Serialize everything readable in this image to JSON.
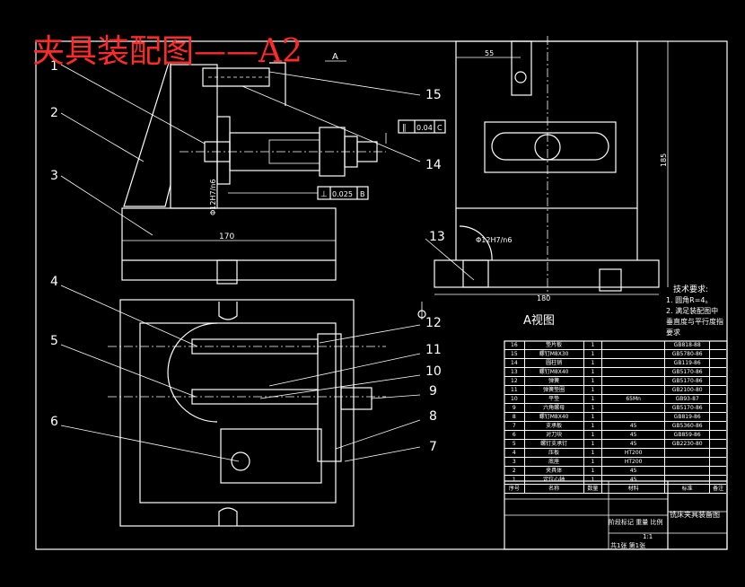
{
  "drawing_title": "夹具装配图——A2",
  "view_label": "A视图",
  "view_letter": "A",
  "part_callouts": [
    "1",
    "2",
    "3",
    "4",
    "5",
    "6",
    "7",
    "8",
    "9",
    "10",
    "11",
    "12",
    "13",
    "14",
    "15"
  ],
  "dimensions": {
    "base_width": "170",
    "right_top": "55",
    "right_height": "185",
    "right_base": "180",
    "fit_left": "Φ12H7/n6",
    "fit_right": "Φ12H7/n6",
    "tolerance_parallel": "0.04",
    "tolerance_parallel_datum": "C",
    "tolerance_perp": "0.025",
    "tolerance_perp_datum": "B"
  },
  "tech_requirements": {
    "heading": "技术要求:",
    "lines": [
      "1. 圆角R=4。",
      "2. 满足装配图中",
      "垂直度与平行度指",
      "要求"
    ]
  },
  "bom": [
    [
      "16",
      "垫片板",
      "1",
      "",
      "GB818-88",
      ""
    ],
    [
      "15",
      "螺钉M8X30",
      "1",
      "",
      "GB5780-86",
      ""
    ],
    [
      "14",
      "圆柱销",
      "1",
      "",
      "GB119-86",
      ""
    ],
    [
      "13",
      "螺钉M8X40",
      "1",
      "",
      "GB5170-86",
      ""
    ],
    [
      "12",
      "弹簧",
      "1",
      "",
      "GB5170-86",
      ""
    ],
    [
      "11",
      "弹簧垫圈",
      "1",
      "",
      "GB2100-80",
      ""
    ],
    [
      "10",
      "平垫",
      "1",
      "65Mn",
      "GB93-87",
      ""
    ],
    [
      "9",
      "六角螺母",
      "1",
      "",
      "GB5170-86",
      ""
    ],
    [
      "8",
      "螺钉M8X40",
      "1",
      "",
      "GB819-86",
      ""
    ],
    [
      "7",
      "支承板",
      "1",
      "45",
      "GB5360-86",
      ""
    ],
    [
      "6",
      "对刀块",
      "1",
      "45",
      "GB859-86",
      ""
    ],
    [
      "5",
      "螺钉支承钉",
      "1",
      "45",
      "GB2230-80",
      ""
    ],
    [
      "4",
      "压板",
      "1",
      "HT200",
      "",
      ""
    ],
    [
      "3",
      "底座",
      "1",
      "HT200",
      "",
      ""
    ],
    [
      "2",
      "夹具体",
      "1",
      "45",
      "",
      ""
    ],
    [
      "1",
      "定位心轴",
      "1",
      "45",
      "",
      ""
    ]
  ],
  "bom_header": [
    "序号",
    "名称",
    "数量",
    "材料",
    "标准",
    "备注"
  ],
  "title_block": {
    "name": "铣床夹具装备图",
    "mid_text": "阶段标记 重量 比例",
    "scale": "1:1",
    "sheets": "共1张  第1张"
  }
}
